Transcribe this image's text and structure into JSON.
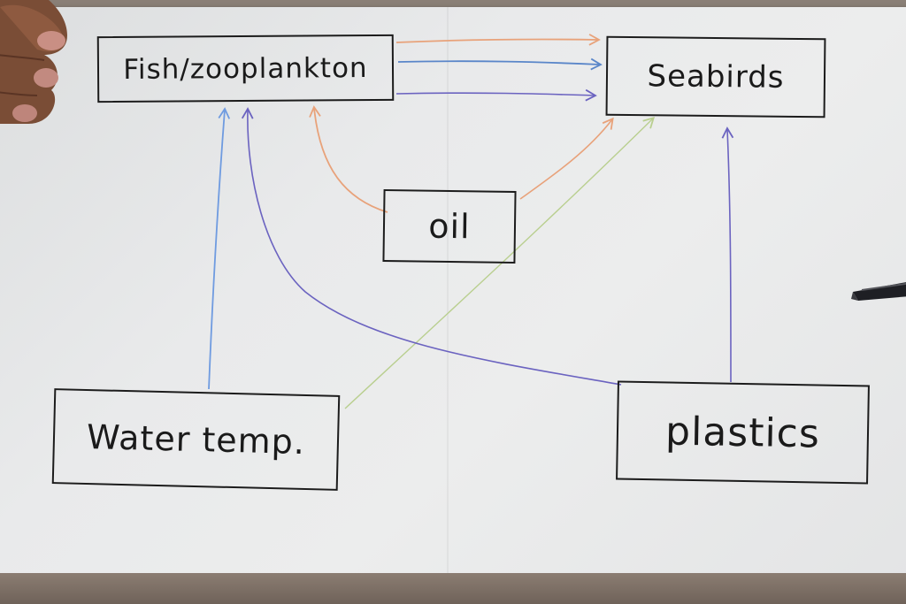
{
  "diagram": {
    "nodes": {
      "fish": {
        "label": "Fish/zooplankton"
      },
      "seabirds": {
        "label": "Seabirds"
      },
      "oil": {
        "label": "oil"
      },
      "water": {
        "label": "Water temp."
      },
      "plastics": {
        "label": "plastics"
      }
    },
    "edges": [
      {
        "from": "fish",
        "to": "seabirds",
        "color": "#e8a27a"
      },
      {
        "from": "fish",
        "to": "seabirds",
        "color": "#5a86c9"
      },
      {
        "from": "fish",
        "to": "seabirds",
        "color": "#6b63c0"
      },
      {
        "from": "oil",
        "to": "fish",
        "color": "#e8a27a"
      },
      {
        "from": "oil",
        "to": "seabirds",
        "color": "#e8a27a"
      },
      {
        "from": "water",
        "to": "fish",
        "color": "#6f9be0"
      },
      {
        "from": "water",
        "to": "seabirds",
        "color": "#b9cf8f"
      },
      {
        "from": "plastics",
        "to": "fish",
        "color": "#6b63c0"
      },
      {
        "from": "plastics",
        "to": "seabirds",
        "color": "#6b63c0"
      }
    ]
  },
  "colors": {
    "paper": "#e8e9ea",
    "ink": "#1c1c1c",
    "table": "#7c736b"
  }
}
